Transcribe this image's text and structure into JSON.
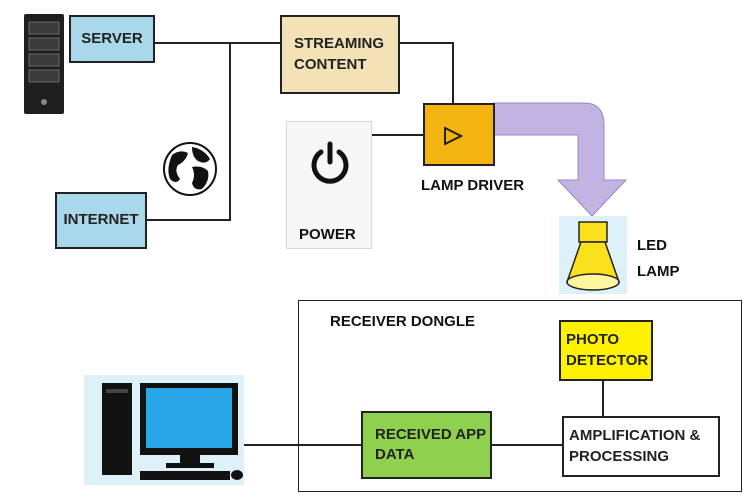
{
  "nodes": {
    "server": "SERVER",
    "streaming": [
      "STREAMING",
      "CONTENT"
    ],
    "internet": "INTERNET",
    "power": "POWER",
    "lamp_driver": "LAMP DRIVER",
    "led_lamp": [
      "LED",
      "LAMP"
    ],
    "receiver_dongle": "RECEIVER DONGLE",
    "photo_detector": [
      "PHOTO",
      "DETECTOR"
    ],
    "received_app_data": [
      "RECEIVED APP",
      "DATA"
    ],
    "amplification": [
      "AMPLIFICATION &",
      "PROCESSING"
    ]
  },
  "colors": {
    "server_box": "#a9d8ea",
    "streaming_box": "#f3e2b6",
    "internet_box": "#a9d8ea",
    "lamp_driver_box": "#f3b311",
    "photo_detector_box": "#fff200",
    "received_box": "#8fd14f",
    "light_arrow": "#c3b3e3",
    "led_lamp": "#fbe01c",
    "computer_screen": "#29a6e8",
    "icon_bg": "#dff1f8"
  },
  "icons": [
    "server-tower-icon",
    "globe-icon",
    "power-icon",
    "led-lamp-icon",
    "desktop-computer-icon"
  ]
}
